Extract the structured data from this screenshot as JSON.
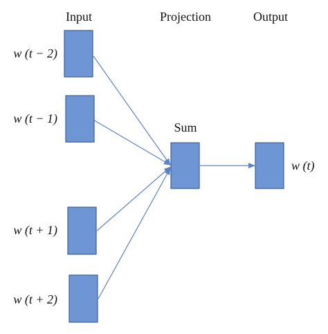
{
  "columns": {
    "input": "Input",
    "projection": "Projection",
    "output": "Output"
  },
  "sum_label": "Sum",
  "context_words": [
    "w (t − 2)",
    "w (t − 1)",
    "w (t + 1)",
    "w (t + 2)"
  ],
  "target_word": "w (t)",
  "colors": {
    "node_fill": "#6f96d4",
    "node_border": "#3d5e94",
    "edge": "#5b82c6"
  }
}
